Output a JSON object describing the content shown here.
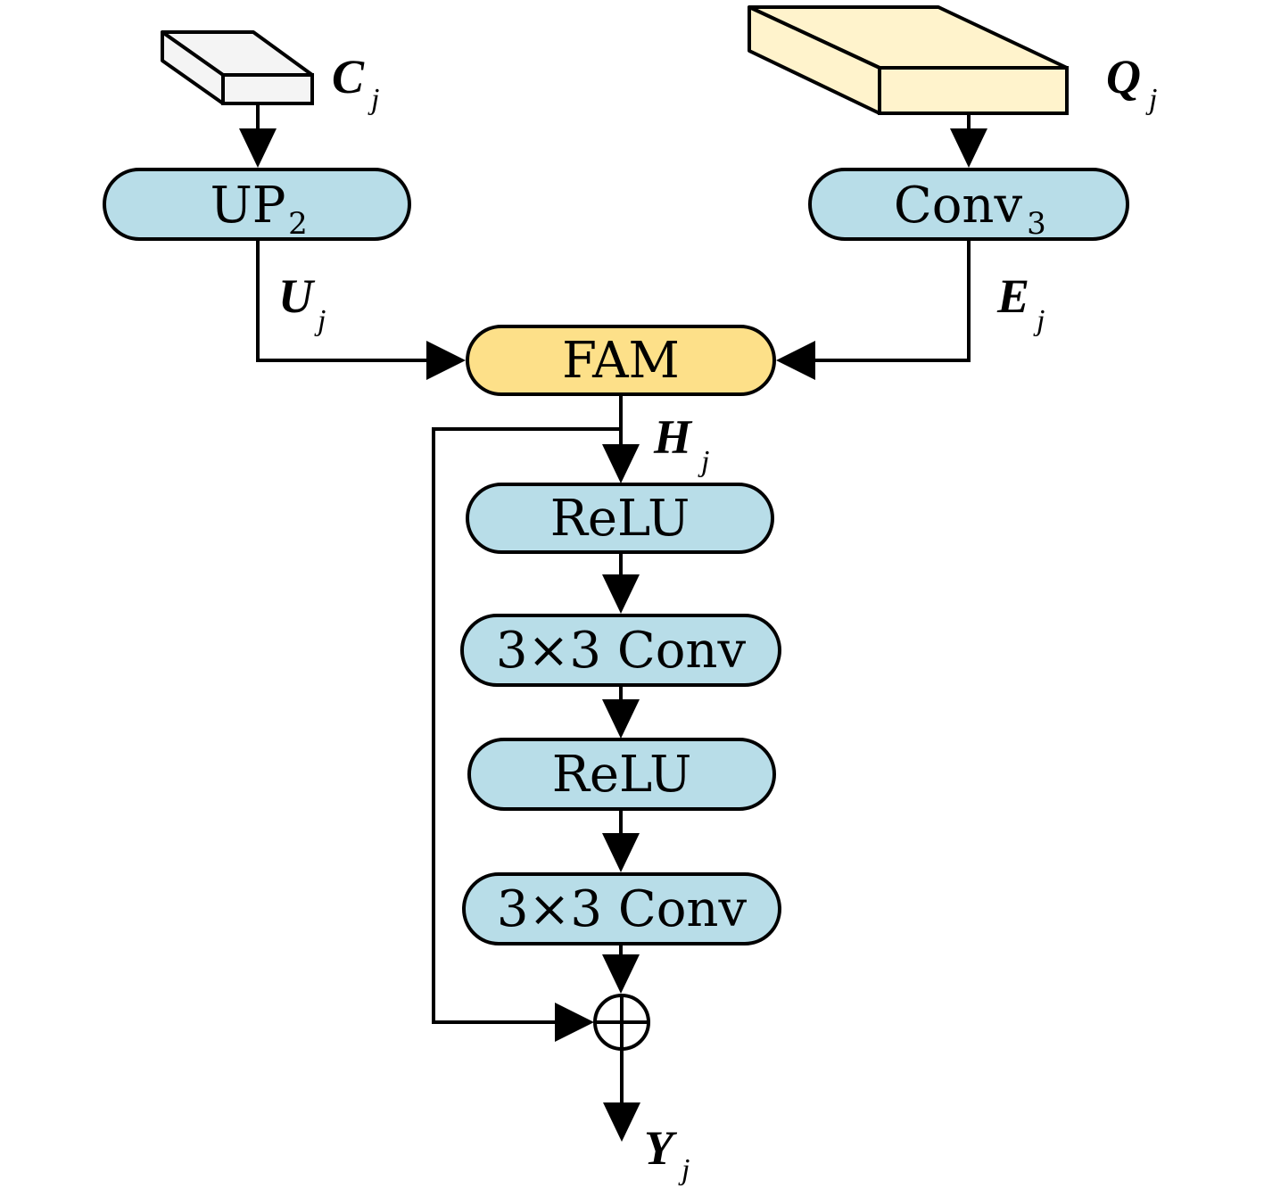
{
  "blocks": {
    "up": {
      "label": "UP",
      "sub": "2"
    },
    "conv3": {
      "label": "Conv",
      "sub": "3"
    },
    "fam": {
      "label": "FAM"
    },
    "relu1": {
      "label": "ReLU"
    },
    "conv_a": {
      "label": "3×3 Conv"
    },
    "relu2": {
      "label": "ReLU"
    },
    "conv_b": {
      "label": "3×3 Conv"
    }
  },
  "variables": {
    "c": {
      "name": "C",
      "sub": "j"
    },
    "q": {
      "name": "Q",
      "sub": "j"
    },
    "u": {
      "name": "U",
      "sub": "j"
    },
    "e": {
      "name": "E",
      "sub": "j"
    },
    "h": {
      "name": "H",
      "sub": "j"
    },
    "y": {
      "name": "Y",
      "sub": "j"
    }
  },
  "colors": {
    "blue_block": "#b8dde8",
    "fam_block": "#fde089",
    "c_tensor": "#f4f4f4",
    "q_tensor": "#fff3cc"
  }
}
